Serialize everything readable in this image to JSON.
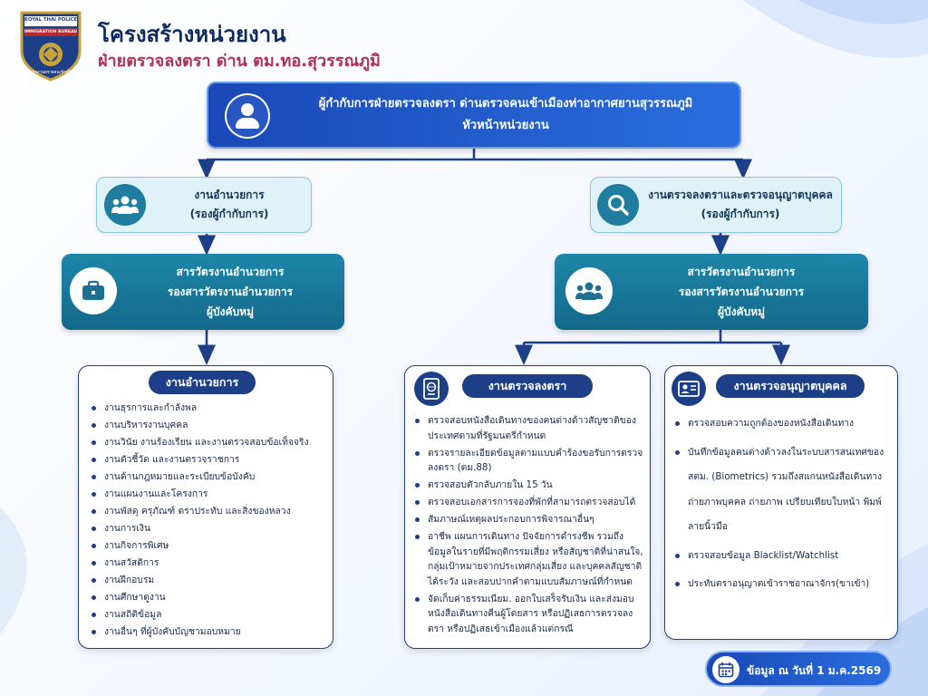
{
  "header": {
    "badge_top": "ROYAL THAI POLICE",
    "badge_mid": "IMMIGRATION BUREAU",
    "badge_bottom": "สำนักงานตรวจคนเข้าเมือง",
    "title": "โครงสร้างหน่วยงาน",
    "subtitle": "ฝ่ายตรวจลงตรา ด่าน ตม.ทอ.สุวรรณภูมิ"
  },
  "top": {
    "icon": "person-icon",
    "line1": "ผู้กำกับการฝ่ายตรวจลงตรา ด่านตรวจคนเข้าเมืองท่าอากาศยานสุวรรณภูมิ",
    "line2": "หัวหน้าหน่วยงาน"
  },
  "left_branch": {
    "icon": "group-icon",
    "line1": "งานอำนวยการ",
    "line2": "(รองผู้กำกับการ)",
    "sub": {
      "icon": "briefcase-icon",
      "line1": "สารวัตรงานอำนวยการ",
      "line2": "รองสารวัตรงานอำนวยการ",
      "line3": "ผู้บังคับหมู่"
    }
  },
  "right_branch": {
    "icon": "magnifier-icon",
    "line1": "งานตรวจลงตราและตรวจอนุญาตบุคคล",
    "line2": "(รองผู้กำกับการ)",
    "sub": {
      "icon": "team-icon",
      "line1": "สารวัตรงานอำนวยการ",
      "line2": "รองสารวัตรงานอำนวยการ",
      "line3": "ผู้บังคับหมู่"
    }
  },
  "cards": {
    "admin": {
      "title": "งานอำนวยการ",
      "items": [
        "งานธุรการและกำลังพล",
        "งานบริหารงานบุคคล",
        "งานวินัย งานร้องเรียน และงานตรวจสอบข้อเท็จจริง",
        "งานตัวชี้วัด และงานตรวจราชการ",
        "งานด้านกฎหมายและระเบียบข้อบังคับ",
        "งานแผนงานและโครงการ",
        "งานพัสดุ ครุภัณฑ์ ตราประทับ และสิ่งของหลวง",
        "งานการเงิน",
        "งานกิจการพิเศษ",
        "งานสวัสดิการ",
        "งานฝึกอบรม",
        "งานศึกษาดูงาน",
        "งานสถิติข้อมูล",
        "งานอื่นๆ ที่ผู้บังคับบัญชามอบหมาย"
      ]
    },
    "visa": {
      "icon": "passport-icon",
      "title": "งานตรวจลงตรา",
      "items": [
        "ตรวจสอบหนังสือเดินทางของคนต่างด้าวสัญชาติของประเทศตามที่รัฐมนตรีกำหนด",
        "ตรวจรายละเอียดข้อมูลตามแบบคำร้องขอรับการตรวจลงตรา (ตม.88)",
        "ตรวจสอบตัวกลับภายใน 15 วัน",
        "ตรวจสอบเอกสารการจองที่พักที่สามารถตรวจสอบได้",
        "สัมภาษณ์เหตุผลประกอบการพิจารณาอื่นๆ",
        "อาชีพ แผนการเดินทาง ปัจจัยการดำรงชีพ รวมถึงข้อมูลในรายที่มีพฤติกรรมเสี่ยง หรือสัญชาติที่น่าสนใจ, กลุ่มเป้าหมายจากประเทศกลุ่มเสี่ยง และบุคคลสัญชาติได้ระวัง และสอบปากคำตามแบบสัมภาษณ์ที่กำหนด",
        "จัดเก็บค่าธรรมเนียม. ออกใบเสร็จรับเงิน และส่งมอบหนังสือเดินทางคืนผู้โดยสาร หรือปฏิเสธการตรวจลงตรา หรือปฏิเสธเข้าเมืองแล้วแต่กรณี"
      ]
    },
    "permit": {
      "icon": "id-card-icon",
      "title": "งานตรวจอนุญาตบุคคล",
      "items": [
        "ตรวจสอบความถูกต้องของหนังสือเดินทาง",
        "บันทึกข้อมูลคนต่างด้าวลงในระบบสารสนเทศของ สตม. (Biometrics) รวมถึงสแกนหนังสือเดินทาง ถ่ายภาพบุคคล ถ่ายภาพ เปรียบเทียบใบหน้า พิมพ์ลายนิ้วมือ",
        "ตรวจสอบข้อมูล Blacklist/Watchlist",
        "ประทับตราอนุญาตเข้าราชอาณาจักร(ขาเข้า)"
      ]
    }
  },
  "footer": {
    "icon": "calendar-icon",
    "date_text": "ข้อมูล ณ วันที่ 1 ม.ค.2569"
  },
  "colors": {
    "navy": "#1d3f87",
    "blue": "#1a49b8",
    "teal": "#12698a",
    "light_teal": "#dff2f7",
    "subtitle": "#b0305a"
  }
}
